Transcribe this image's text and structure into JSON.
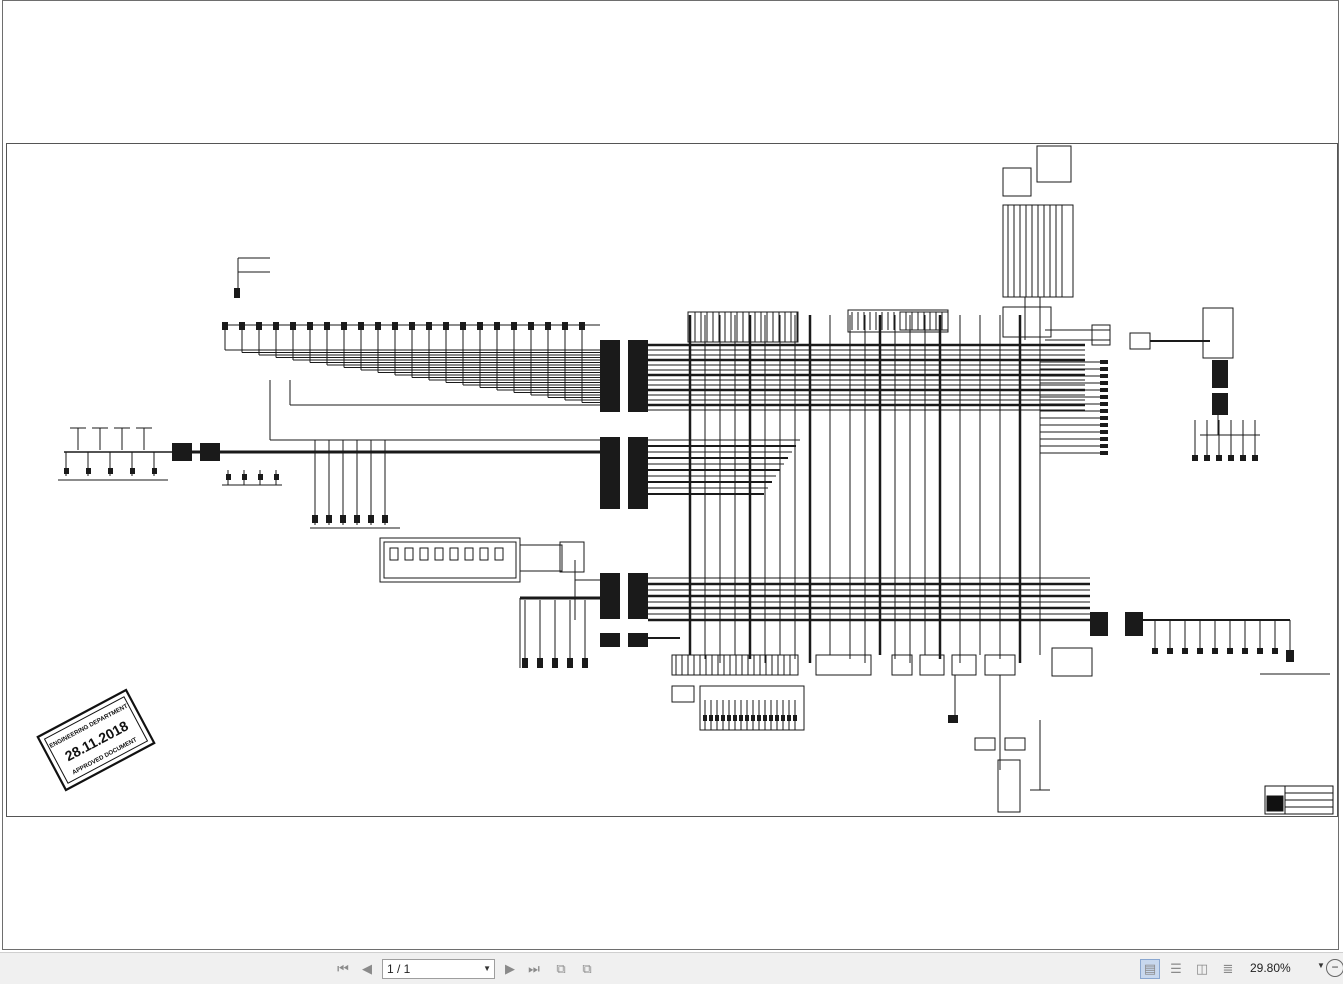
{
  "document": {
    "stamp": {
      "department": "ENGINEERING DEPARTMENT",
      "date": "28.11.2018",
      "status": "APPROVED DOCUMENT"
    }
  },
  "toolbar": {
    "first_page_icon": "first-page-icon",
    "prev_page_icon": "previous-page-icon",
    "page_value": "1 / 1",
    "next_page_icon": "next-page-icon",
    "last_page_icon": "last-page-icon",
    "back_view_icon": "previous-view-icon",
    "forward_view_icon": "next-view-icon",
    "single_page_icon": "single-page-view-icon",
    "continuous_icon": "continuous-view-icon",
    "facing_icon": "facing-view-icon",
    "continuous_facing_icon": "continuous-facing-view-icon",
    "zoom": "29.80%",
    "zoom_out_icon": "zoom-out-icon"
  }
}
